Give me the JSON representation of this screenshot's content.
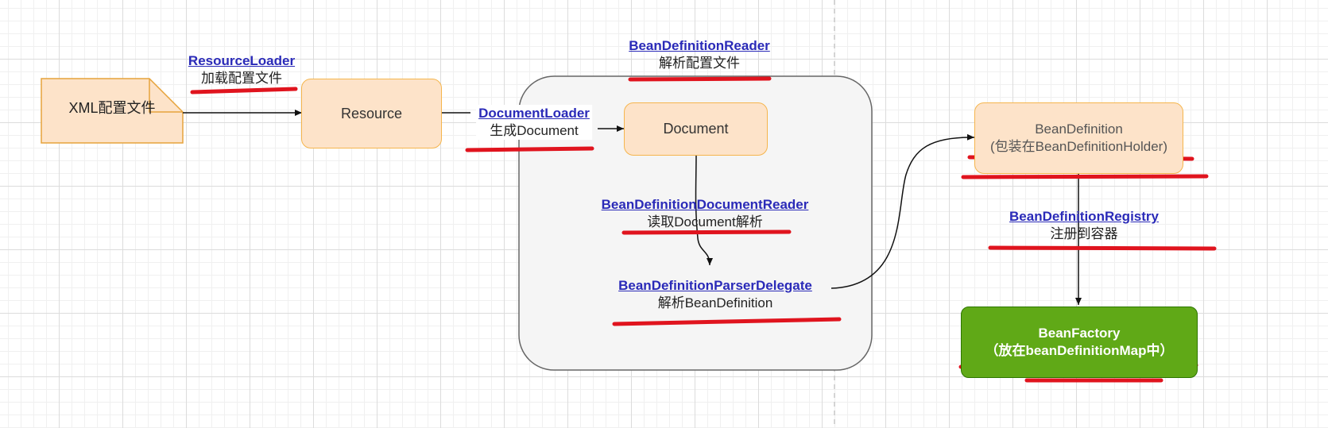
{
  "nodes": {
    "xml": "XML配置文件",
    "resource": "Resource",
    "document": "Document",
    "bean_definition": {
      "line1": "BeanDefinition",
      "line2": "(包装在BeanDefinitionHolder)"
    },
    "bean_factory": {
      "line1": "BeanFactory",
      "line2": "（放在beanDefinitionMap中）"
    }
  },
  "labels": {
    "resource_loader": {
      "link": "ResourceLoader",
      "caption": "加载配置文件"
    },
    "bean_definition_reader": {
      "link": "BeanDefinitionReader",
      "caption": "解析配置文件"
    },
    "document_loader": {
      "link": "DocumentLoader",
      "caption": "生成Document"
    },
    "document_reader": {
      "link": "BeanDefinitionDocumentReader",
      "caption": "读取Document解析"
    },
    "parser_delegate": {
      "link": "BeanDefinitionParserDelegate",
      "caption": "解析BeanDefinition"
    },
    "registry": {
      "link": "BeanDefinitionRegistry",
      "caption": "注册到容器"
    }
  },
  "colors": {
    "node_fill": "#fde3c9",
    "node_border": "#f5b54d",
    "group_fill": "#f5f5f5",
    "group_border": "#666666",
    "factory_fill": "#60a917",
    "link_text": "#2a2ab8",
    "highlight_underline": "#e0141e"
  }
}
